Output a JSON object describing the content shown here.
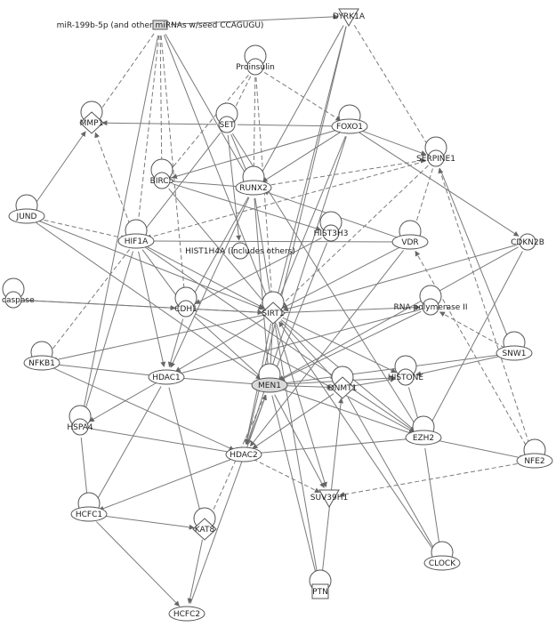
{
  "nodes": [
    {
      "id": "mir",
      "label": "miR-199b-5p (and other miRNAs w/seed CCAGUGU)",
      "icon": "mirna-rectangle"
    },
    {
      "id": "dyrk1a",
      "label": "DYRK1A",
      "icon": "kinase-triangle"
    },
    {
      "id": "proinsulin",
      "label": "Proinsulin",
      "icon": "complex-circle"
    },
    {
      "id": "mmp1",
      "label": "MMP1",
      "icon": "peptidase-diamond"
    },
    {
      "id": "set",
      "label": "SET",
      "icon": "other-circle"
    },
    {
      "id": "foxo1",
      "label": "FOXO1",
      "icon": "transcription-regulator-ellipse"
    },
    {
      "id": "serpine1",
      "label": "SERPINE1",
      "icon": "other-circle"
    },
    {
      "id": "birc5",
      "label": "BIRC5",
      "icon": "other-circle"
    },
    {
      "id": "runx2",
      "label": "RUNX2",
      "icon": "transcription-regulator-ellipse"
    },
    {
      "id": "jund",
      "label": "JUND",
      "icon": "transcription-regulator-ellipse"
    },
    {
      "id": "hif1a",
      "label": "HIF1A",
      "icon": "transcription-regulator-ellipse"
    },
    {
      "id": "hist3h3",
      "label": "HIST3H3",
      "icon": "other-circle"
    },
    {
      "id": "hist1h4a",
      "label": "HIST1H4A (includes others)",
      "icon": "other-circle"
    },
    {
      "id": "vdr",
      "label": "VDR",
      "icon": "nuclear-receptor-ellipse"
    },
    {
      "id": "cdkn2b",
      "label": "CDKN2B",
      "icon": "other-circle"
    },
    {
      "id": "caspase",
      "label": "caspase",
      "icon": "group-circle"
    },
    {
      "id": "cdh1",
      "label": "CDH1",
      "icon": "other-circle"
    },
    {
      "id": "sirt1",
      "label": "SIRT1",
      "icon": "enzyme-diamond"
    },
    {
      "id": "rnapol",
      "label": "RNA polymerase II",
      "icon": "complex-circle"
    },
    {
      "id": "snw1",
      "label": "SNW1",
      "icon": "transcription-regulator-ellipse"
    },
    {
      "id": "nfkb1",
      "label": "NFKB1",
      "icon": "transcription-regulator-ellipse"
    },
    {
      "id": "hdac1",
      "label": "HDAC1",
      "icon": "transcription-regulator-ellipse"
    },
    {
      "id": "men1",
      "label": "MEN1",
      "icon": "transcription-regulator-ellipse"
    },
    {
      "id": "dnmt1",
      "label": "DNMT1",
      "icon": "enzyme-diamond"
    },
    {
      "id": "histone",
      "label": "HISTONE",
      "icon": "complex-circle"
    },
    {
      "id": "hspa4",
      "label": "HSPA4",
      "icon": "other-circle"
    },
    {
      "id": "ezh2",
      "label": "EZH2",
      "icon": "transcription-regulator-ellipse"
    },
    {
      "id": "hdac2",
      "label": "HDAC2",
      "icon": "transcription-regulator-ellipse"
    },
    {
      "id": "nfe2",
      "label": "NFE2",
      "icon": "transcription-regulator-ellipse"
    },
    {
      "id": "suv39h1",
      "label": "SUV39H1",
      "icon": "enzyme-triangle"
    },
    {
      "id": "hcfc1",
      "label": "HCFC1",
      "icon": "transcription-regulator-ellipse"
    },
    {
      "id": "kat8",
      "label": "KAT8",
      "icon": "enzyme-diamond"
    },
    {
      "id": "clock",
      "label": "CLOCK",
      "icon": "transcription-regulator-ellipse"
    },
    {
      "id": "ptn",
      "label": "PTN",
      "icon": "cytokine-square"
    },
    {
      "id": "hcfc2",
      "label": "HCFC2",
      "icon": "transcription-regulator-ellipse"
    }
  ],
  "edges": [
    {
      "from": "mir",
      "to": "dyrk1a",
      "style": "solid"
    },
    {
      "from": "mir",
      "to": "mmp1",
      "style": "dashed"
    },
    {
      "from": "mir",
      "to": "birc5",
      "style": "dashed"
    },
    {
      "from": "mir",
      "to": "hif1a",
      "style": "dashed"
    },
    {
      "from": "mir",
      "to": "sirt1",
      "style": "solid"
    },
    {
      "from": "mir",
      "to": "runx2",
      "style": "solid"
    },
    {
      "from": "mir",
      "to": "hspa4",
      "style": "solid"
    },
    {
      "from": "mir",
      "to": "cdh1",
      "style": "dashed"
    },
    {
      "from": "dyrk1a",
      "to": "sirt1",
      "style": "solid"
    },
    {
      "from": "dyrk1a",
      "to": "hdac2",
      "style": "solid"
    },
    {
      "from": "dyrk1a",
      "to": "serpine1",
      "style": "dashed"
    },
    {
      "from": "dyrk1a",
      "to": "runx2",
      "style": "solid"
    },
    {
      "from": "proinsulin",
      "to": "set",
      "style": "dashed"
    },
    {
      "from": "proinsulin",
      "to": "foxo1",
      "style": "dashed"
    },
    {
      "from": "proinsulin",
      "to": "sirt1",
      "style": "dashed"
    },
    {
      "from": "proinsulin",
      "to": "birc5",
      "style": "dashed"
    },
    {
      "from": "proinsulin",
      "to": "runx2",
      "style": "dashed"
    },
    {
      "from": "set",
      "to": "mmp1",
      "style": "solid"
    },
    {
      "from": "set",
      "to": "foxo1",
      "style": "solid"
    },
    {
      "from": "set",
      "to": "hif1a",
      "style": "solid"
    },
    {
      "from": "set",
      "to": "runx2",
      "style": "solid"
    },
    {
      "from": "set",
      "to": "hist1h4a",
      "style": "solid"
    },
    {
      "from": "set",
      "to": "ezh2",
      "style": "solid"
    },
    {
      "from": "foxo1",
      "to": "serpine1",
      "style": "solid"
    },
    {
      "from": "foxo1",
      "to": "cdkn2b",
      "style": "solid"
    },
    {
      "from": "foxo1",
      "to": "runx2",
      "style": "solid"
    },
    {
      "from": "foxo1",
      "to": "birc5",
      "style": "solid"
    },
    {
      "from": "foxo1",
      "to": "sirt1",
      "style": "solid"
    },
    {
      "from": "foxo1",
      "to": "hdac2",
      "style": "solid"
    },
    {
      "from": "serpine1",
      "to": "hif1a",
      "style": "dashed"
    },
    {
      "from": "serpine1",
      "to": "sirt1",
      "style": "dashed"
    },
    {
      "from": "serpine1",
      "to": "snw1",
      "style": "solid"
    },
    {
      "from": "serpine1",
      "to": "vdr",
      "style": "dashed"
    },
    {
      "from": "birc5",
      "to": "runx2",
      "style": "solid"
    },
    {
      "from": "birc5",
      "to": "hist3h3",
      "style": "solid"
    },
    {
      "from": "birc5",
      "to": "sirt1",
      "style": "solid"
    },
    {
      "from": "runx2",
      "to": "hdac1",
      "style": "solid"
    },
    {
      "from": "runx2",
      "to": "sirt1",
      "style": "solid"
    },
    {
      "from": "runx2",
      "to": "men1",
      "style": "solid"
    },
    {
      "from": "runx2",
      "to": "serpine1",
      "style": "dashed"
    },
    {
      "from": "runx2",
      "to": "cdh1",
      "style": "solid"
    },
    {
      "from": "jund",
      "to": "mmp1",
      "style": "solid"
    },
    {
      "from": "jund",
      "to": "hif1a",
      "style": "dashed"
    },
    {
      "from": "jund",
      "to": "men1",
      "style": "solid"
    },
    {
      "from": "jund",
      "to": "sirt1",
      "style": "solid"
    },
    {
      "from": "hif1a",
      "to": "vdr",
      "style": "solid"
    },
    {
      "from": "hif1a",
      "to": "sirt1",
      "style": "solid"
    },
    {
      "from": "hif1a",
      "to": "hdac1",
      "style": "solid"
    },
    {
      "from": "hif1a",
      "to": "nfkb1",
      "style": "dashed"
    },
    {
      "from": "hif1a",
      "to": "hspa4",
      "style": "solid"
    },
    {
      "from": "hif1a",
      "to": "ezh2",
      "style": "solid"
    },
    {
      "from": "hif1a",
      "to": "cdh1",
      "style": "solid"
    },
    {
      "from": "hif1a",
      "to": "mmp1",
      "style": "dashed"
    },
    {
      "from": "hist3h3",
      "to": "men1",
      "style": "solid"
    },
    {
      "from": "hist3h3",
      "to": "cdh1",
      "style": "solid"
    },
    {
      "from": "vdr",
      "to": "sirt1",
      "style": "solid"
    },
    {
      "from": "vdr",
      "to": "hdac2",
      "style": "solid"
    },
    {
      "from": "vdr",
      "to": "runx2",
      "style": "solid"
    },
    {
      "from": "cdkn2b",
      "to": "sirt1",
      "style": "solid"
    },
    {
      "from": "cdkn2b",
      "to": "ezh2",
      "style": "solid"
    },
    {
      "from": "cdkn2b",
      "to": "men1",
      "style": "solid"
    },
    {
      "from": "caspase",
      "to": "sirt1",
      "style": "solid"
    },
    {
      "from": "caspase",
      "to": "cdh1",
      "style": "solid"
    },
    {
      "from": "cdh1",
      "to": "sirt1",
      "style": "solid"
    },
    {
      "from": "cdh1",
      "to": "men1",
      "style": "solid"
    },
    {
      "from": "cdh1",
      "to": "ezh2",
      "style": "solid"
    },
    {
      "from": "cdh1",
      "to": "hdac1",
      "style": "solid"
    },
    {
      "from": "sirt1",
      "to": "rnapol",
      "style": "solid"
    },
    {
      "from": "sirt1",
      "to": "men1",
      "style": "solid"
    },
    {
      "from": "sirt1",
      "to": "hdac1",
      "style": "solid"
    },
    {
      "from": "sirt1",
      "to": "nfkb1",
      "style": "solid"
    },
    {
      "from": "sirt1",
      "to": "hdac2",
      "style": "solid"
    },
    {
      "from": "sirt1",
      "to": "histone",
      "style": "solid"
    },
    {
      "from": "sirt1",
      "to": "dnmt1",
      "style": "solid"
    },
    {
      "from": "sirt1",
      "to": "ezh2",
      "style": "solid"
    },
    {
      "from": "sirt1",
      "to": "suv39h1",
      "style": "solid"
    },
    {
      "from": "sirt1",
      "to": "ptn",
      "style": "solid"
    },
    {
      "from": "rnapol",
      "to": "men1",
      "style": "solid"
    },
    {
      "from": "rnapol",
      "to": "hdac1",
      "style": "solid"
    },
    {
      "from": "snw1",
      "to": "histone",
      "style": "solid"
    },
    {
      "from": "snw1",
      "to": "men1",
      "style": "solid"
    },
    {
      "from": "snw1",
      "to": "rnapol",
      "style": "dashed"
    },
    {
      "from": "nfkb1",
      "to": "hdac1",
      "style": "solid"
    },
    {
      "from": "nfkb1",
      "to": "hdac2",
      "style": "solid"
    },
    {
      "from": "hdac1",
      "to": "men1",
      "style": "solid"
    },
    {
      "from": "hdac1",
      "to": "hspa4",
      "style": "solid"
    },
    {
      "from": "hdac1",
      "to": "hcfc1",
      "style": "solid"
    },
    {
      "from": "hdac1",
      "to": "kat8",
      "style": "solid"
    },
    {
      "from": "men1",
      "to": "histone",
      "style": "solid"
    },
    {
      "from": "men1",
      "to": "dnmt1",
      "style": "solid"
    },
    {
      "from": "men1",
      "to": "ezh2",
      "style": "solid"
    },
    {
      "from": "men1",
      "to": "hdac2",
      "style": "solid"
    },
    {
      "from": "men1",
      "to": "suv39h1",
      "style": "solid"
    },
    {
      "from": "men1",
      "to": "ptn",
      "style": "solid"
    },
    {
      "from": "men1",
      "to": "kat8",
      "style": "dashed"
    },
    {
      "from": "dnmt1",
      "to": "histone",
      "style": "solid"
    },
    {
      "from": "dnmt1",
      "to": "hdac2",
      "style": "solid"
    },
    {
      "from": "dnmt1",
      "to": "clock",
      "style": "solid"
    },
    {
      "from": "histone",
      "to": "ezh2",
      "style": "solid"
    },
    {
      "from": "hspa4",
      "to": "hdac2",
      "style": "solid"
    },
    {
      "from": "hspa4",
      "to": "hcfc1",
      "style": "solid"
    },
    {
      "from": "ezh2",
      "to": "hdac2",
      "style": "solid"
    },
    {
      "from": "ezh2",
      "to": "nfe2",
      "style": "solid"
    },
    {
      "from": "ezh2",
      "to": "clock",
      "style": "solid"
    },
    {
      "from": "hdac2",
      "to": "hcfc1",
      "style": "solid"
    },
    {
      "from": "hdac2",
      "to": "suv39h1",
      "style": "dashed"
    },
    {
      "from": "nfe2",
      "to": "suv39h1",
      "style": "dashed"
    },
    {
      "from": "nfe2",
      "to": "serpine1",
      "style": "dashed"
    },
    {
      "from": "nfe2",
      "to": "vdr",
      "style": "dashed"
    },
    {
      "from": "hcfc1",
      "to": "kat8",
      "style": "solid"
    },
    {
      "from": "hcfc1",
      "to": "hcfc2",
      "style": "solid"
    },
    {
      "from": "kat8",
      "to": "hcfc2",
      "style": "solid"
    },
    {
      "from": "clock",
      "to": "sirt1",
      "style": "solid"
    },
    {
      "from": "ptn",
      "to": "dnmt1",
      "style": "solid"
    },
    {
      "from": "hcfc2",
      "to": "men1",
      "style": "solid"
    }
  ]
}
